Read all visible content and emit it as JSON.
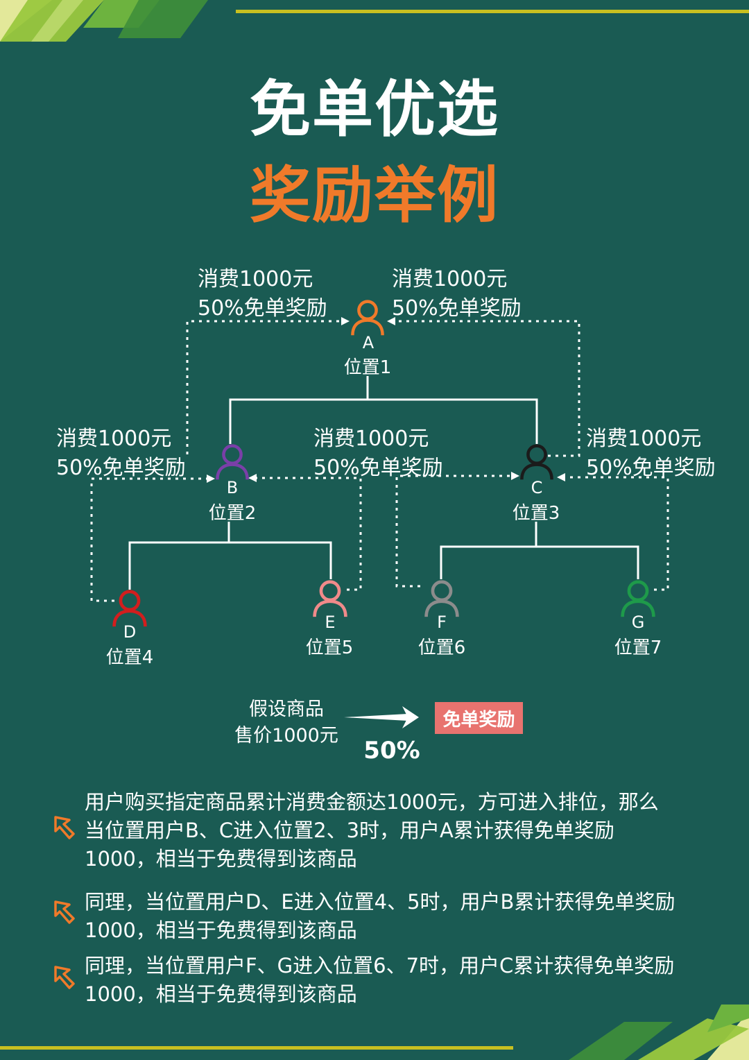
{
  "title": {
    "line1": "免单优选",
    "line2": "奖励举例"
  },
  "colors": {
    "background": "#1a5b53",
    "accent_orange": "#f07a2a",
    "line_yellow": "#c8c020",
    "badge_red": "#e8736f"
  },
  "nodes": {
    "a": {
      "letter": "A",
      "position": "位置1",
      "color": "#f07a2a"
    },
    "b": {
      "letter": "B",
      "position": "位置2",
      "color": "#7a3fa8"
    },
    "c": {
      "letter": "C",
      "position": "位置3",
      "color": "#1b1b1b"
    },
    "d": {
      "letter": "D",
      "position": "位置4",
      "color": "#d21e1e"
    },
    "e": {
      "letter": "E",
      "position": "位置5",
      "color": "#f08a8a"
    },
    "f": {
      "letter": "F",
      "position": "位置6",
      "color": "#8c8c8c"
    },
    "g": {
      "letter": "G",
      "position": "位置7",
      "color": "#1e9a4a"
    }
  },
  "flow_labels": {
    "b_to_a": {
      "line1": "消费1000元",
      "line2": "50%免单奖励"
    },
    "c_to_a": {
      "line1": "消费1000元",
      "line2": "50%免单奖励"
    },
    "d_to_b": {
      "line1": "消费1000元",
      "line2": "50%免单奖励"
    },
    "e_to_b": {
      "line1": "消费1000元",
      "line2": "50%免单奖励"
    },
    "g_to_c": {
      "line1": "消费1000元",
      "line2": "50%免单奖励"
    }
  },
  "assumption": {
    "line1": "假设商品",
    "line2": "售价1000元",
    "percent": "50%",
    "badge": "免单奖励"
  },
  "paragraphs": [
    {
      "lines": [
        "用户购买指定商品累计消费金额达1000元，方可进入排位，那么",
        "当位置用户B、C进入位置2、3时，用户A累计获得免单奖励",
        "1000，相当于免费得到该商品"
      ]
    },
    {
      "lines": [
        "同理，当位置用户D、E进入位置4、5时，用户B累计获得免单奖励",
        "1000，相当于免费得到该商品"
      ]
    },
    {
      "lines": [
        "同理，当位置用户F、G进入位置6、7时，用户C累计获得免单奖励",
        "1000，相当于免费得到该商品"
      ]
    }
  ],
  "icons": [
    "user-icon",
    "cursor-arrow-icon"
  ]
}
